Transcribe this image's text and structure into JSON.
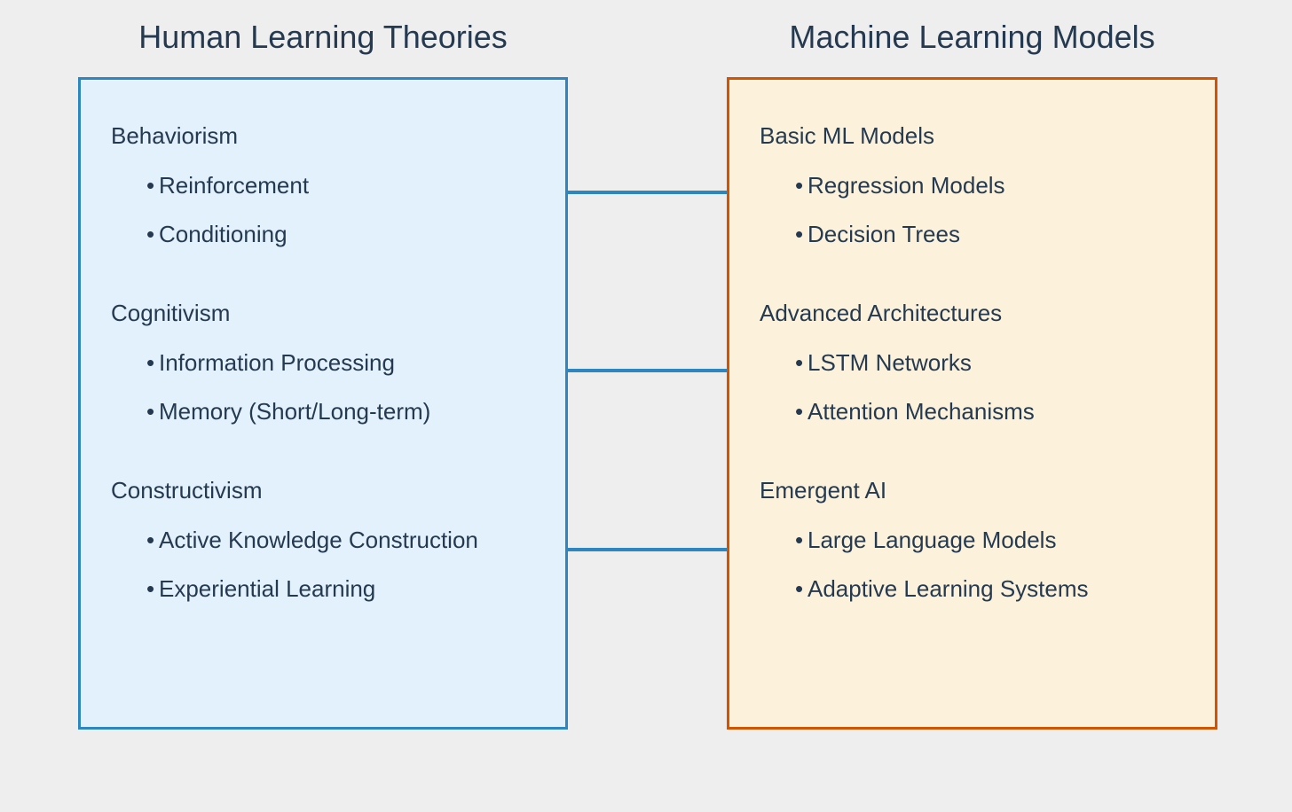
{
  "bullet_char": "•",
  "colors": {
    "background": "#EEEEEE",
    "text": "#253A50",
    "left_panel_fill": "#E2F1FB",
    "left_panel_border": "#2E86C1",
    "right_panel_fill": "#FCF2DC",
    "right_panel_border": "#D35400",
    "connector": "#2E86C1"
  },
  "connectors": {
    "count": 3
  },
  "panels": {
    "left": {
      "title": "Human Learning Theories",
      "sections": [
        {
          "heading": "Behaviorism",
          "items": [
            "Reinforcement",
            "Conditioning"
          ]
        },
        {
          "heading": "Cognitivism",
          "items": [
            "Information Processing",
            "Memory (Short/Long-term)"
          ]
        },
        {
          "heading": "Constructivism",
          "items": [
            "Active Knowledge Construction",
            "Experiential Learning"
          ]
        }
      ]
    },
    "right": {
      "title": "Machine Learning Models",
      "sections": [
        {
          "heading": "Basic ML Models",
          "items": [
            "Regression Models",
            "Decision Trees"
          ]
        },
        {
          "heading": "Advanced Architectures",
          "items": [
            "LSTM Networks",
            "Attention Mechanisms"
          ]
        },
        {
          "heading": "Emergent AI",
          "items": [
            "Large Language Models",
            "Adaptive Learning Systems"
          ]
        }
      ]
    }
  }
}
